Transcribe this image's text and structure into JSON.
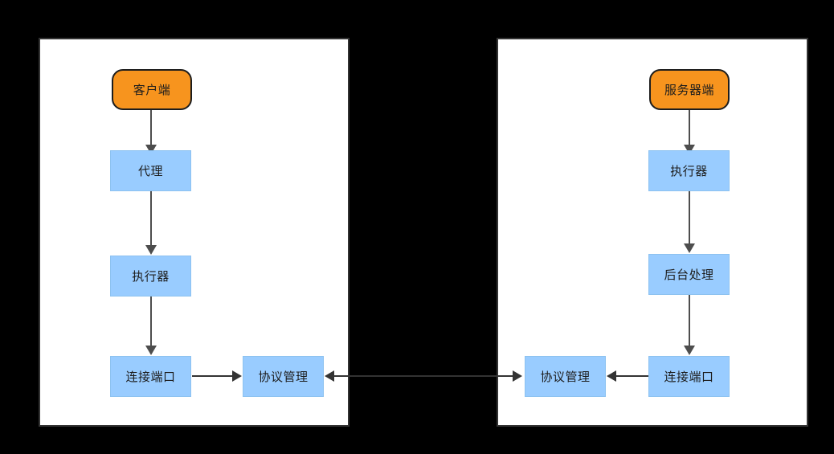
{
  "diagram": {
    "type": "flowchart",
    "background_color": "#000000",
    "panel_background": "#ffffff",
    "terminal_color": "#f7941e",
    "process_color": "#99ccff",
    "connector_color": "#4d4d4d",
    "panels": [
      {
        "id": "client",
        "name": "client-panel",
        "nodes": [
          {
            "id": "client-root",
            "label": "客户端",
            "shape": "rounded"
          },
          {
            "id": "client-proxy",
            "label": "代理",
            "shape": "rect"
          },
          {
            "id": "client-executor",
            "label": "执行器",
            "shape": "rect"
          },
          {
            "id": "client-port",
            "label": "连接端口",
            "shape": "rect"
          },
          {
            "id": "client-protocol",
            "label": "协议管理",
            "shape": "rect"
          }
        ],
        "edges": [
          {
            "from": "client-root",
            "to": "client-proxy",
            "direction": "down"
          },
          {
            "from": "client-proxy",
            "to": "client-executor",
            "direction": "down"
          },
          {
            "from": "client-executor",
            "to": "client-port",
            "direction": "down"
          },
          {
            "from": "client-port",
            "to": "client-protocol",
            "direction": "right"
          }
        ]
      },
      {
        "id": "server",
        "name": "server-panel",
        "nodes": [
          {
            "id": "server-root",
            "label": "服务器端",
            "shape": "rounded"
          },
          {
            "id": "server-executor",
            "label": "执行器",
            "shape": "rect"
          },
          {
            "id": "server-backend",
            "label": "后台处理",
            "shape": "rect"
          },
          {
            "id": "server-port",
            "label": "连接端口",
            "shape": "rect"
          },
          {
            "id": "server-protocol",
            "label": "协议管理",
            "shape": "rect"
          }
        ],
        "edges": [
          {
            "from": "server-root",
            "to": "server-executor",
            "direction": "down"
          },
          {
            "from": "server-executor",
            "to": "server-backend",
            "direction": "down"
          },
          {
            "from": "server-backend",
            "to": "server-port",
            "direction": "down"
          },
          {
            "from": "server-port",
            "to": "server-protocol",
            "direction": "left"
          }
        ]
      }
    ],
    "cross_link": {
      "from": "client-protocol",
      "to": "server-protocol",
      "direction": "bidirectional",
      "label": ""
    }
  }
}
